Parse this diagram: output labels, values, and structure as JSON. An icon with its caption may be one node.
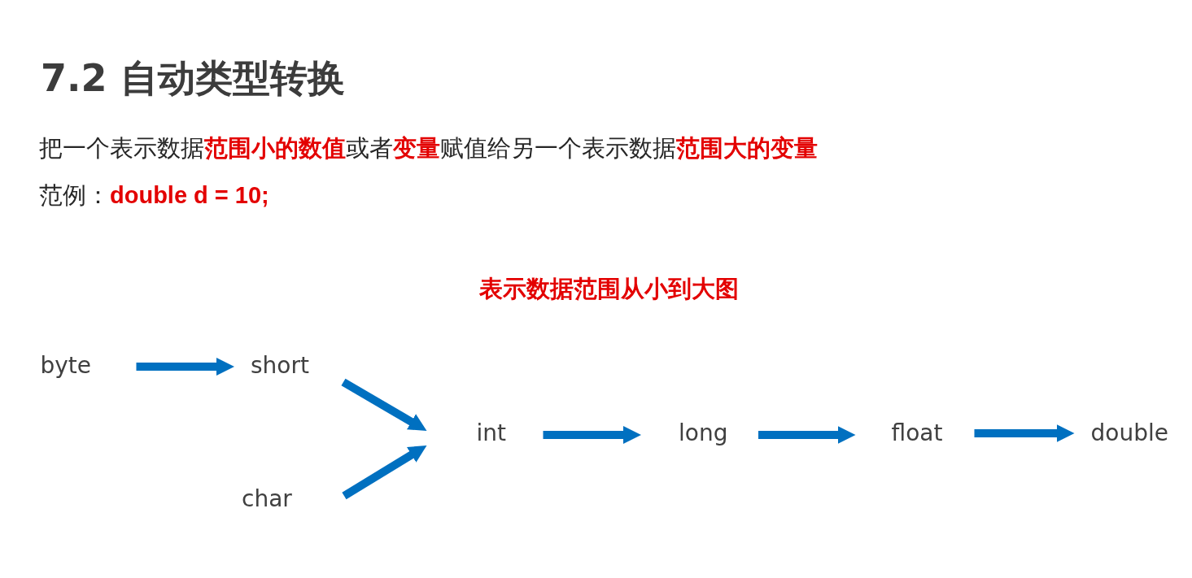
{
  "diagram": {
    "title": "7.2 自动类型转换",
    "nodes": [
      {
        "text": [
          "byte"
        ]
      },
      {
        "text": [
          "short"
        ]
      },
      {
        "text": [
          "char"
        ]
      },
      {
        "text": [
          "int"
        ]
      },
      {
        "text": [
          "long"
        ]
      },
      {
        "text": [
          "float"
        ]
      },
      {
        "text": [
          "double"
        ]
      }
    ],
    "edges": [
      {
        "from": 0,
        "to": 1,
        "arrow": "to"
      },
      {
        "from": 1,
        "to": 3,
        "arrow": "to"
      },
      {
        "from": 2,
        "to": 3,
        "arrow": "to"
      },
      {
        "from": 3,
        "to": 4,
        "arrow": "to"
      },
      {
        "from": 4,
        "to": 5,
        "arrow": "to"
      },
      {
        "from": 5,
        "to": 6,
        "arrow": "to"
      }
    ],
    "labels": [
      "把一个表示数据**范围小的数值**或者**变量**赋值给另一个表示数据**范围大的变量**",
      "范例：**double d = 10;**",
      "表示数据范围从小到大图"
    ]
  }
}
